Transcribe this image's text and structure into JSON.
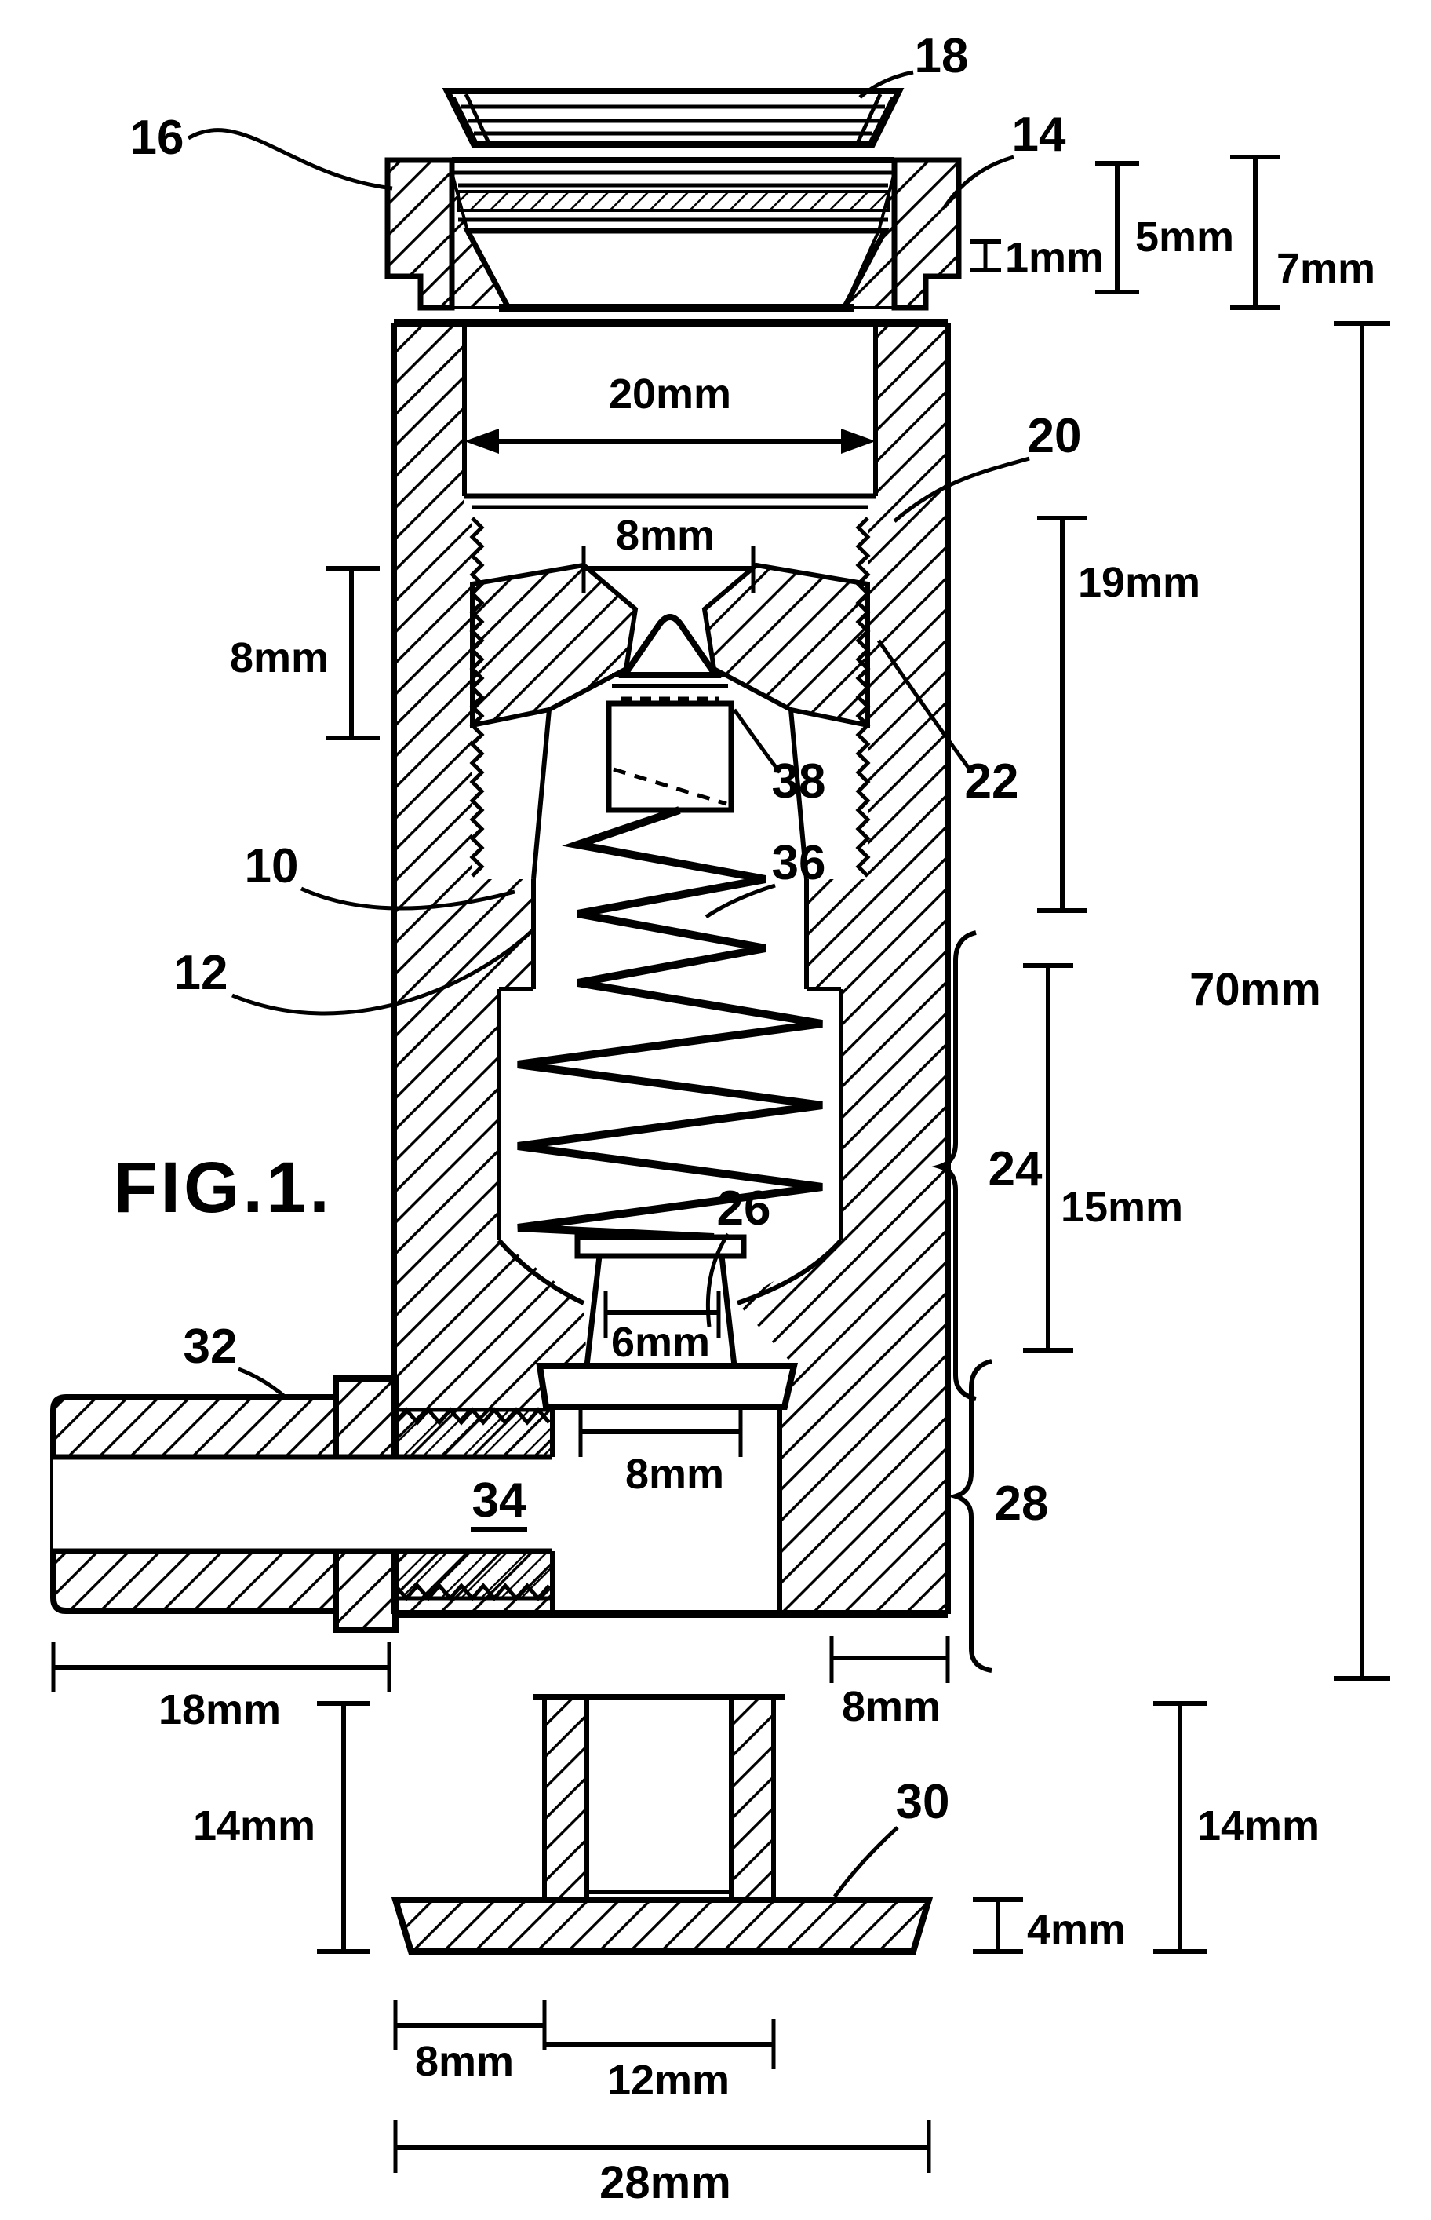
{
  "figure_title": "FIG.1.",
  "reference_labels": {
    "r10": "10",
    "r12": "12",
    "r14": "14",
    "r16": "16",
    "r18": "18",
    "r20": "20",
    "r22": "22",
    "r24": "24",
    "r26": "26",
    "r28": "28",
    "r30": "30",
    "r32": "32",
    "r34": "34",
    "r36": "36",
    "r38": "38"
  },
  "dimensions": {
    "seal_1mm": "1mm",
    "cap_5mm": "5mm",
    "cap_7mm": "7mm",
    "bore_20mm": "20mm",
    "seat_opening_8mm": "8mm",
    "upper_19mm": "19mm",
    "seat_left_8mm": "8mm",
    "overall_70mm": "70mm",
    "spring_15mm": "15mm",
    "stem_6mm": "6mm",
    "outlet_8mm": "8mm",
    "wall_8mm": "8mm",
    "port_18mm": "18mm",
    "plug_left_14mm": "14mm",
    "plug_right_14mm": "14mm",
    "base_4mm": "4mm",
    "base_8mm": "8mm",
    "neck_12mm": "12mm",
    "base_28mm": "28mm"
  }
}
